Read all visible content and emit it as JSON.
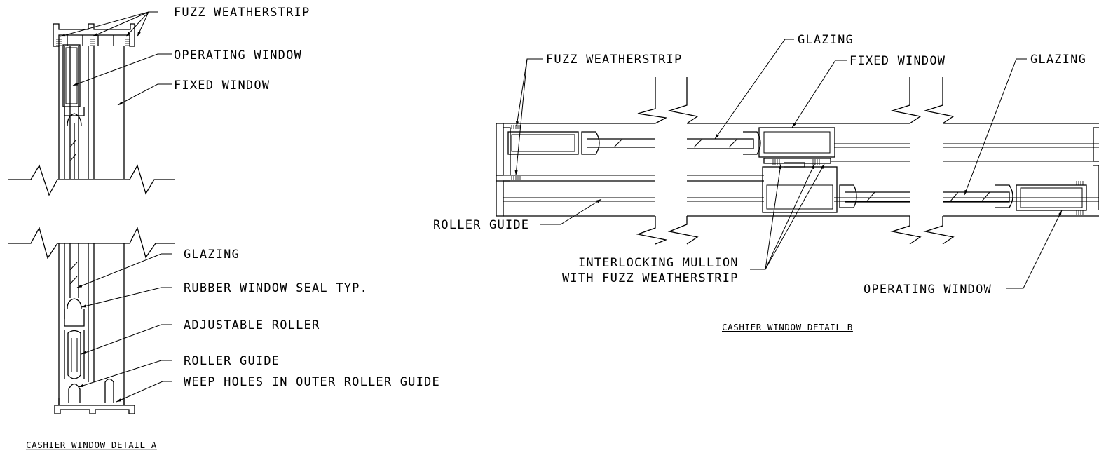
{
  "detail_a": {
    "caption": "CASHIER WINDOW DETAIL A",
    "labels": {
      "fuzz_weatherstrip": "FUZZ WEATHERSTRIP",
      "operating_window": "OPERATING WINDOW",
      "fixed_window": "FIXED WINDOW",
      "glazing": "GLAZING",
      "rubber_seal": "RUBBER WINDOW SEAL TYP.",
      "adjustable_roller": "ADJUSTABLE ROLLER",
      "roller_guide": "ROLLER GUIDE",
      "weep_holes": "WEEP HOLES IN OUTER ROLLER GUIDE"
    }
  },
  "detail_b": {
    "caption": "CASHIER WINDOW DETAIL B",
    "labels": {
      "fuzz_weatherstrip": "FUZZ WEATHERSTRIP",
      "glazing_center": "GLAZING",
      "fixed_window": "FIXED WINDOW",
      "glazing_right": "GLAZING",
      "roller_guide": "ROLLER GUIDE",
      "mullion_line1": "INTERLOCKING MULLION",
      "mullion_line2": "WITH FUZZ WEATHERSTRIP",
      "operating_window": "OPERATING WINDOW"
    }
  }
}
